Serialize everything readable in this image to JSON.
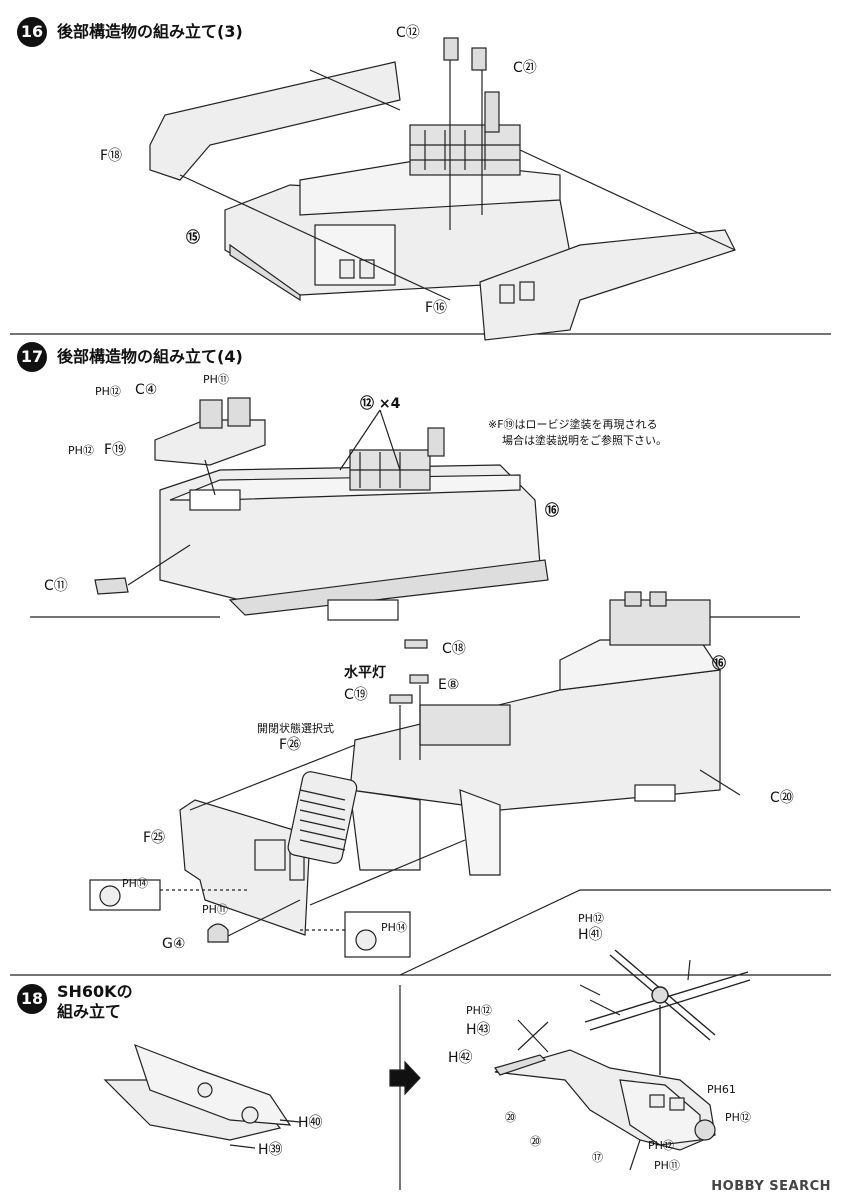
{
  "steps": [
    {
      "number": "16",
      "title": "後部構造物の組み立て(3)"
    },
    {
      "number": "17",
      "title": "後部構造物の組み立て(4)"
    },
    {
      "number": "18",
      "title_line1": "SH60Kの",
      "title_line2": "組み立て"
    }
  ],
  "step16": {
    "parts": {
      "c12": "C⑫",
      "c21": "C㉑",
      "f18": "F⑱",
      "ref15": "⑮",
      "f16": "F⑯"
    }
  },
  "step17": {
    "parts": {
      "ph12_a": "PH⑫",
      "c4": "C④",
      "ph11_a": "PH⑪",
      "ph12_b": "PH⑫",
      "f19": "F⑲",
      "c11": "C⑪",
      "ref16_a": "⑯",
      "ref16_b": "⑯",
      "paint_12x4": "⑫ ×4",
      "c18": "C⑱",
      "e8": "E⑧",
      "c19": "C⑲",
      "f26": "F㉖",
      "f25": "F㉕",
      "c20": "C⑳",
      "ph14_a": "PH⑭",
      "ph11_b": "PH⑪",
      "g4": "G④",
      "ph14_b": "PH⑭"
    },
    "note_line1": "※F⑲はロービジ塗装を再現される",
    "note_line2": "場合は塗装説明をご参照下さい。",
    "horizontal_light": "水平灯",
    "open_state_note": "開閉状態選択式"
  },
  "step18": {
    "parts": {
      "h40": "H㊵",
      "h39": "H㊴",
      "ph12_a": "PH⑫",
      "h41": "H㊶",
      "ph12_b": "PH⑫",
      "h43": "H㊸",
      "h42": "H㊷",
      "ph61": "PH61",
      "ph12_c": "PH⑫",
      "d20_a": "⑳",
      "d20_b": "⑳",
      "ph12_d": "PH⑫",
      "d17": "⑰",
      "ph11": "PH⑪"
    }
  },
  "watermark": "HOBBY SEARCH"
}
